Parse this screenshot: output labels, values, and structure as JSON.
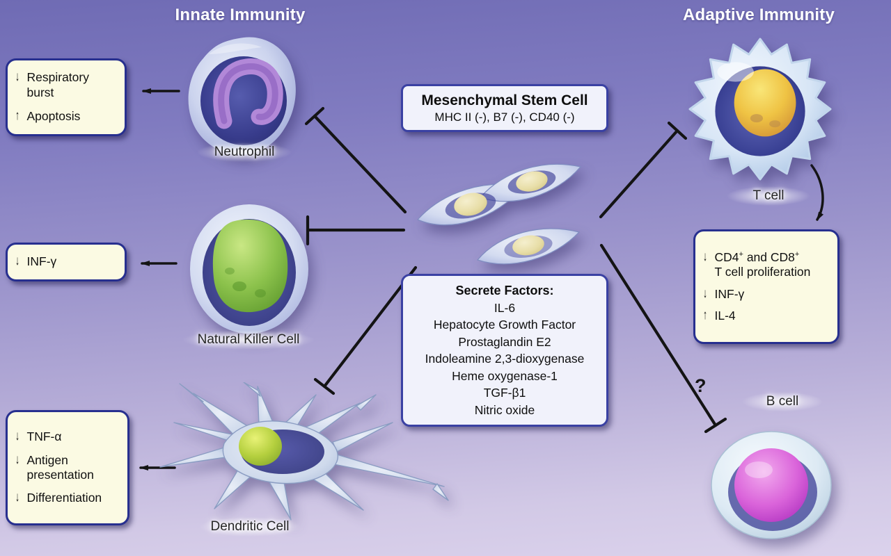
{
  "titles": {
    "innate": "Innate Immunity",
    "adaptive": "Adaptive Immunity"
  },
  "msc": {
    "title": "Mesenchymal Stem Cell",
    "markers": "MHC II (-), B7 (-), CD40 (-)"
  },
  "secrete": {
    "heading": "Secrete Factors:",
    "factors": [
      "IL-6",
      "Hepatocyte Growth Factor",
      "Prostaglandin E2",
      "Indoleamine 2,3-dioxygenase",
      "Heme oxygenase-1",
      "TGF-β1",
      "Nitric oxide"
    ]
  },
  "boxes": {
    "neutrophil_effects": {
      "items": [
        {
          "arrow": "↓",
          "text": "Respiratory burst"
        },
        {
          "arrow": "↑",
          "text": "Apoptosis"
        }
      ]
    },
    "nk_effects": {
      "items": [
        {
          "arrow": "↓",
          "text": "INF-γ"
        }
      ]
    },
    "dendritic_effects": {
      "items": [
        {
          "arrow": "↓",
          "text": "TNF-α"
        },
        {
          "arrow": "↓",
          "text": "Antigen presentation"
        },
        {
          "arrow": "↓",
          "text": "Differentiation"
        }
      ]
    },
    "tcell_effects": {
      "line1": {
        "arrow": "↓",
        "pre": "CD4",
        "sup1": "+",
        "mid": " and CD8",
        "sup2": "+",
        "line2": "T cell proliferation"
      },
      "items": [
        {
          "arrow": "↓",
          "text": "INF-γ"
        },
        {
          "arrow": "↑",
          "text": "IL-4"
        }
      ]
    }
  },
  "cells": {
    "neutrophil": "Neutrophil",
    "nk": "Natural Killer Cell",
    "dendritic": "Dendritic Cell",
    "tcell": "T cell",
    "bcell": "B cell"
  },
  "annotations": {
    "b_cell_question": "?"
  },
  "colors": {
    "bg-top": "#6f6bb4",
    "bg-bottom": "#dbd2ec",
    "box-border": "#272f8f",
    "box-fill": "#fbfae3",
    "panel-fill": "#f1f2fb",
    "ink": "#141414",
    "title": "#ffffff",
    "label": "#262626"
  }
}
